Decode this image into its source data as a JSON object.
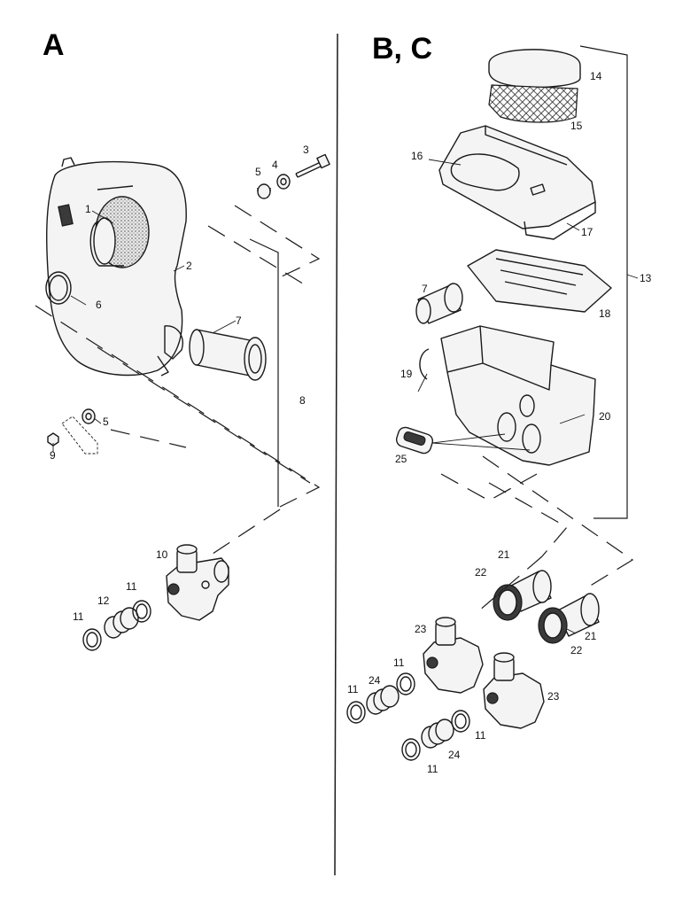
{
  "sections": [
    {
      "id": "A",
      "title": "A"
    },
    {
      "id": "BC",
      "title": "B, C"
    }
  ],
  "callouts": {
    "A": [
      {
        "num": "1"
      },
      {
        "num": "2"
      },
      {
        "num": "3"
      },
      {
        "num": "4"
      },
      {
        "num": "5"
      },
      {
        "num": "6"
      },
      {
        "num": "7"
      },
      {
        "num": "8"
      },
      {
        "num": "5"
      },
      {
        "num": "9"
      },
      {
        "num": "10"
      },
      {
        "num": "11"
      },
      {
        "num": "12"
      },
      {
        "num": "11"
      }
    ],
    "BC": [
      {
        "num": "14"
      },
      {
        "num": "15"
      },
      {
        "num": "16"
      },
      {
        "num": "17"
      },
      {
        "num": "13"
      },
      {
        "num": "7"
      },
      {
        "num": "18"
      },
      {
        "num": "19"
      },
      {
        "num": "20"
      },
      {
        "num": "25"
      },
      {
        "num": "21"
      },
      {
        "num": "22"
      },
      {
        "num": "21"
      },
      {
        "num": "22"
      },
      {
        "num": "23"
      },
      {
        "num": "11"
      },
      {
        "num": "24"
      },
      {
        "num": "11"
      },
      {
        "num": "23"
      },
      {
        "num": "11"
      },
      {
        "num": "24"
      },
      {
        "num": "11"
      }
    ]
  }
}
